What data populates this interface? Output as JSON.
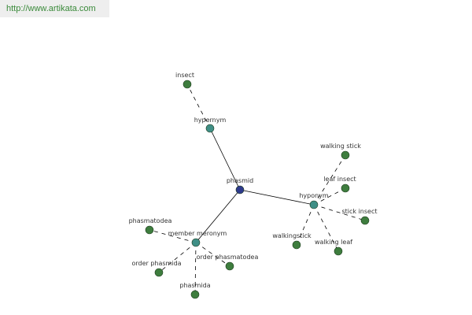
{
  "watermark": {
    "url": "http://www.artikata.com"
  },
  "colors": {
    "center": "#2e3a8c",
    "relation": "#3f8f86",
    "leaf": "#3e7d3e",
    "edge": "#000000",
    "url_text": "#3a8a3a"
  },
  "graph": {
    "nodes": [
      {
        "id": "phasmid",
        "label": "phasmid",
        "kind": "center"
      },
      {
        "id": "hypernym",
        "label": "hypernym",
        "kind": "relation"
      },
      {
        "id": "hyponym",
        "label": "hyponym",
        "kind": "relation"
      },
      {
        "id": "member_meronym",
        "label": "member meronym",
        "kind": "relation"
      },
      {
        "id": "insect",
        "label": "insect",
        "kind": "leaf"
      },
      {
        "id": "walking_stick",
        "label": "walking stick",
        "kind": "leaf"
      },
      {
        "id": "leaf_insect",
        "label": "leaf insect",
        "kind": "leaf"
      },
      {
        "id": "stick_insect",
        "label": "stick insect",
        "kind": "leaf"
      },
      {
        "id": "walkingstick",
        "label": "walkingstick",
        "kind": "leaf"
      },
      {
        "id": "walking_leaf",
        "label": "walking leaf",
        "kind": "leaf"
      },
      {
        "id": "phasmatodea",
        "label": "phasmatodea",
        "kind": "leaf"
      },
      {
        "id": "order_phasmida",
        "label": "order phasmida",
        "kind": "leaf"
      },
      {
        "id": "order_phasmatodea",
        "label": "order phasmatodea",
        "kind": "leaf"
      },
      {
        "id": "phasmida",
        "label": "phasmida",
        "kind": "leaf"
      }
    ],
    "edges": [
      {
        "from": "phasmid",
        "to": "hypernym",
        "style": "solid"
      },
      {
        "from": "phasmid",
        "to": "hyponym",
        "style": "solid"
      },
      {
        "from": "phasmid",
        "to": "member_meronym",
        "style": "solid"
      },
      {
        "from": "hypernym",
        "to": "insect",
        "style": "dashed"
      },
      {
        "from": "hyponym",
        "to": "walking_stick",
        "style": "dashed"
      },
      {
        "from": "hyponym",
        "to": "leaf_insect",
        "style": "dashed"
      },
      {
        "from": "hyponym",
        "to": "stick_insect",
        "style": "dashed"
      },
      {
        "from": "hyponym",
        "to": "walkingstick",
        "style": "dashed"
      },
      {
        "from": "hyponym",
        "to": "walking_leaf",
        "style": "dashed"
      },
      {
        "from": "member_meronym",
        "to": "phasmatodea",
        "style": "dashed"
      },
      {
        "from": "member_meronym",
        "to": "order_phasmida",
        "style": "dashed"
      },
      {
        "from": "member_meronym",
        "to": "order_phasmatodea",
        "style": "dashed"
      },
      {
        "from": "member_meronym",
        "to": "phasmida",
        "style": "dashed"
      }
    ]
  }
}
